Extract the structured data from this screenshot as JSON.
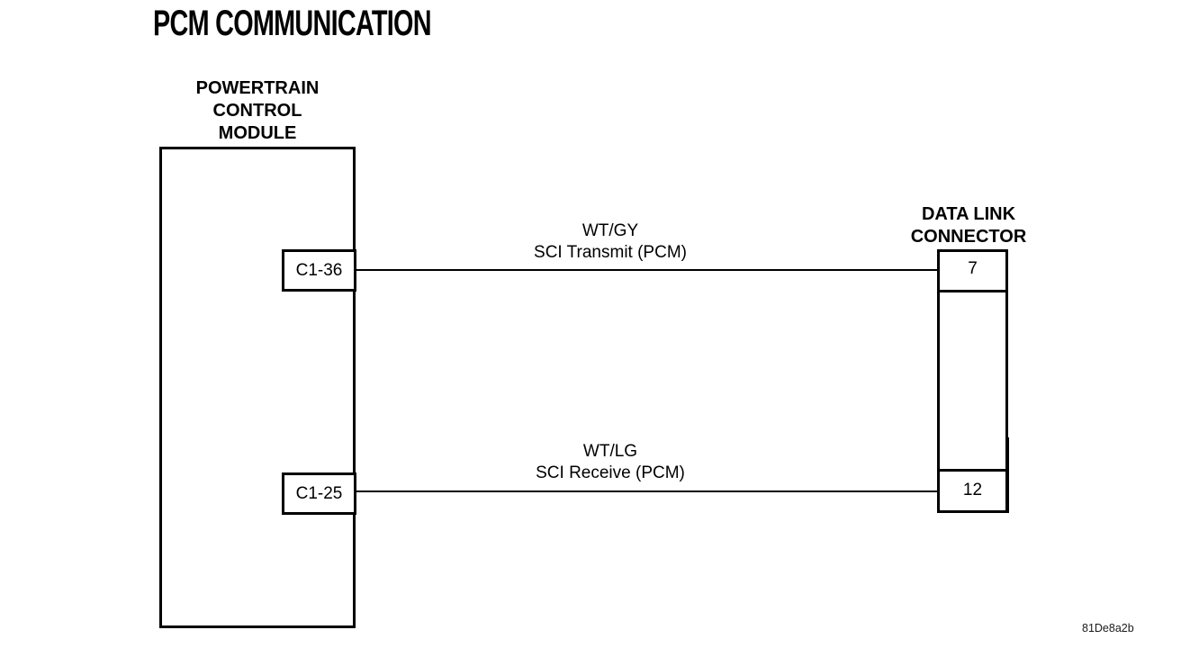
{
  "title": "PCM COMMUNICATION",
  "pcm": {
    "label_lines": [
      "POWERTRAIN",
      "CONTROL",
      "MODULE"
    ],
    "pins": [
      {
        "id": "C1-36"
      },
      {
        "id": "C1-25"
      }
    ]
  },
  "dlc": {
    "label_lines": [
      "DATA LINK",
      "CONNECTOR"
    ],
    "pins": [
      {
        "id": "7"
      },
      {
        "id": "12"
      }
    ]
  },
  "wires": [
    {
      "color_code": "WT/GY",
      "signal": "SCI Transmit (PCM)",
      "from_pin": "C1-36",
      "to_pin": "7"
    },
    {
      "color_code": "WT/LG",
      "signal": "SCI Receive (PCM)",
      "from_pin": "C1-25",
      "to_pin": "12"
    }
  ],
  "figure_code": "81De8a2b",
  "colors": {
    "line": "#000000",
    "background": "#ffffff",
    "text": "#000000"
  }
}
